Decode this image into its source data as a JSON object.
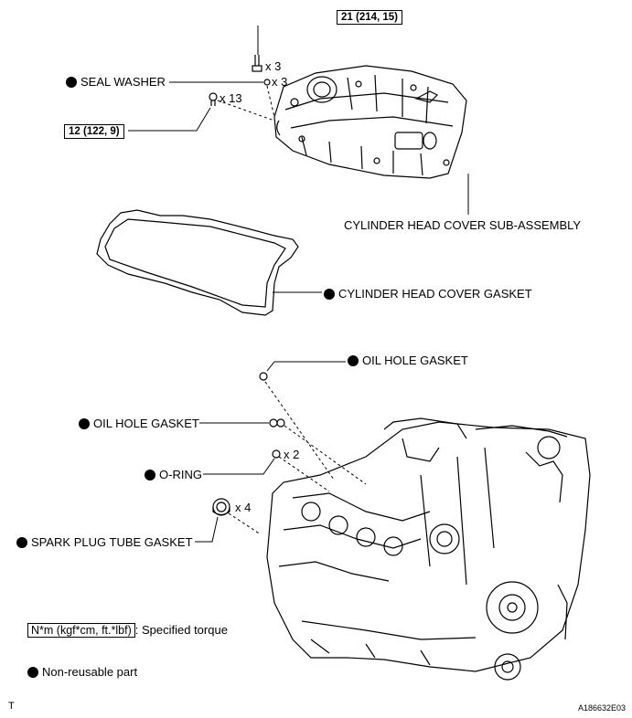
{
  "torque_specs": {
    "bolt_21": "21 (214, 15)",
    "bolt_12": "12 (122, 9)"
  },
  "quantities": {
    "bolt_21_qty": "x 3",
    "seal_washer_qty": "x 3",
    "bolt_12_qty": "x 13",
    "o_ring_qty": "x 2",
    "spark_tube_qty": "x 4"
  },
  "parts": {
    "seal_washer": "SEAL WASHER",
    "head_cover": "CYLINDER HEAD COVER SUB-ASSEMBLY",
    "head_cover_gasket": "CYLINDER HEAD COVER GASKET",
    "oil_hole_gasket_1": "OIL HOLE GASKET",
    "oil_hole_gasket_2": "OIL HOLE GASKET",
    "o_ring": "O-RING",
    "spark_plug_tube_gasket": "SPARK PLUG TUBE GASKET"
  },
  "legend": {
    "torque_box_text": "N*m (kgf*cm, ft.*lbf)",
    "torque_desc": ": Specified torque",
    "nonreusable_desc": "Non-reusable part"
  },
  "footer": {
    "left_mark": "T",
    "figure_id": "A186632E03"
  },
  "colors": {
    "ink": "#000000",
    "background": "#ffffff",
    "non_reusable_mark": "#000000"
  }
}
